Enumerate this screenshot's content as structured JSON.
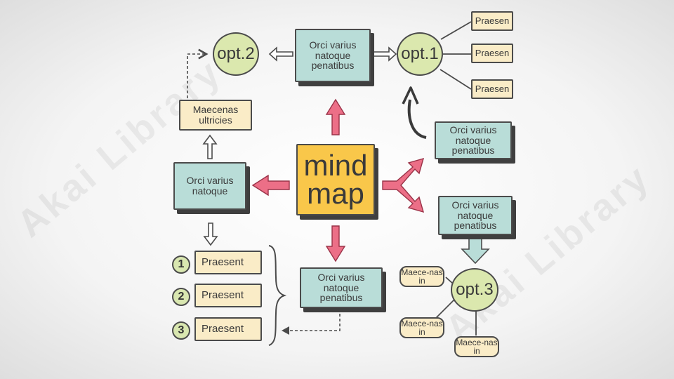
{
  "center": {
    "line1": "mind",
    "line2": "map"
  },
  "top_box": {
    "label": "Orci varius natoque penatibus"
  },
  "left_box": {
    "label": "Orci varius natoque"
  },
  "maecenas_box": {
    "label": "Maecenas ultricies"
  },
  "bottom_box": {
    "label": "Orci varius natoque penatibus"
  },
  "right_box_top": {
    "label": "Orci varius natoque penatibus"
  },
  "right_box_bottom": {
    "label": "Orci varius natoque penatibus"
  },
  "opt1": {
    "label": "opt.1"
  },
  "opt2": {
    "label": "opt.2"
  },
  "opt3": {
    "label": "opt.3"
  },
  "opt1_items": [
    "Praesen",
    "Praesen",
    "Praesen"
  ],
  "opt3_items": [
    "Maece-nas in",
    "Maece-nas in",
    "Maece-nas in"
  ],
  "numbered_list": [
    {
      "number": "1",
      "label": "Praesent"
    },
    {
      "number": "2",
      "label": "Praesent"
    },
    {
      "number": "3",
      "label": "Praesent"
    }
  ],
  "watermark": "Akai Library",
  "colors": {
    "teal": "#b9ddd8",
    "yellow": "#faecc7",
    "gold": "#f9c74a",
    "green": "#dbe8ae",
    "pink": "#ec6f87",
    "ink": "#4b4b4b"
  }
}
